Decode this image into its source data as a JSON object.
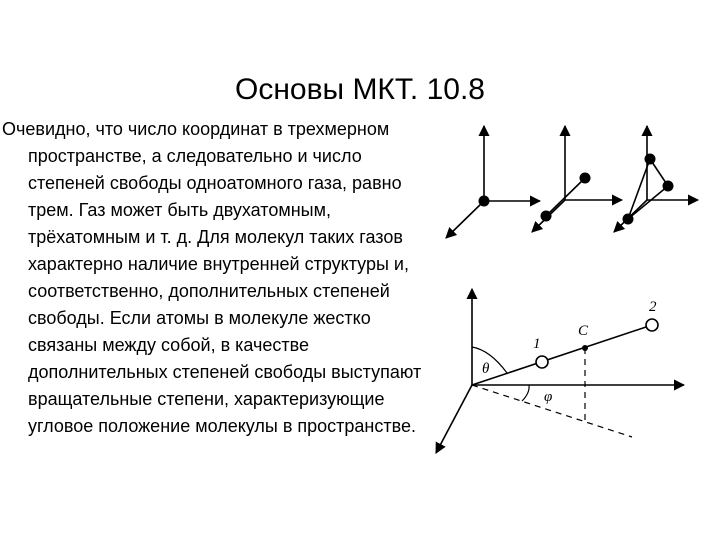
{
  "slide": {
    "title": "Основы МКТ. 10.8",
    "paragraph_first_line": "Очевидно, что число координат в трехмерном",
    "paragraph_rest": "пространстве, а следовательно и число степеней свободы одноатомного газа, равно трем.  Газ может быть двухатомным, трёхатомным и т. д. Для молекул таких газов характерно наличие внутренней структуры и, соответственно, дополнительных степеней свободы. Если атомы в молекуле жестко связаны между собой, в качестве дополнительных степеней свободы выступают вращательные степени, характеризующие угловое положение молекулы в пространстве."
  },
  "figure_bottom": {
    "atom1_label": "1",
    "atom2_label": "2",
    "center_label": "C",
    "theta_label": "θ",
    "phi_label": "φ"
  },
  "colors": {
    "text": "#000000",
    "background": "#ffffff"
  }
}
